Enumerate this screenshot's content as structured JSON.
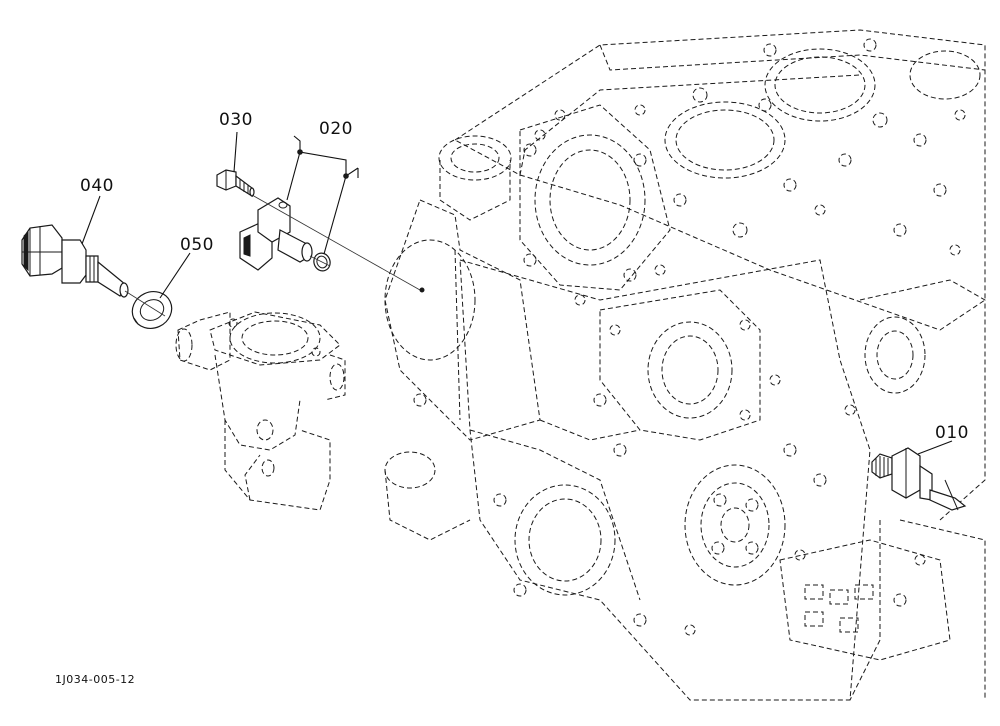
{
  "diagram": {
    "callouts": {
      "p010": "010",
      "p020": "020",
      "p030": "030",
      "p040": "040",
      "p050": "050"
    },
    "figure_id": "1J034-005-12"
  }
}
